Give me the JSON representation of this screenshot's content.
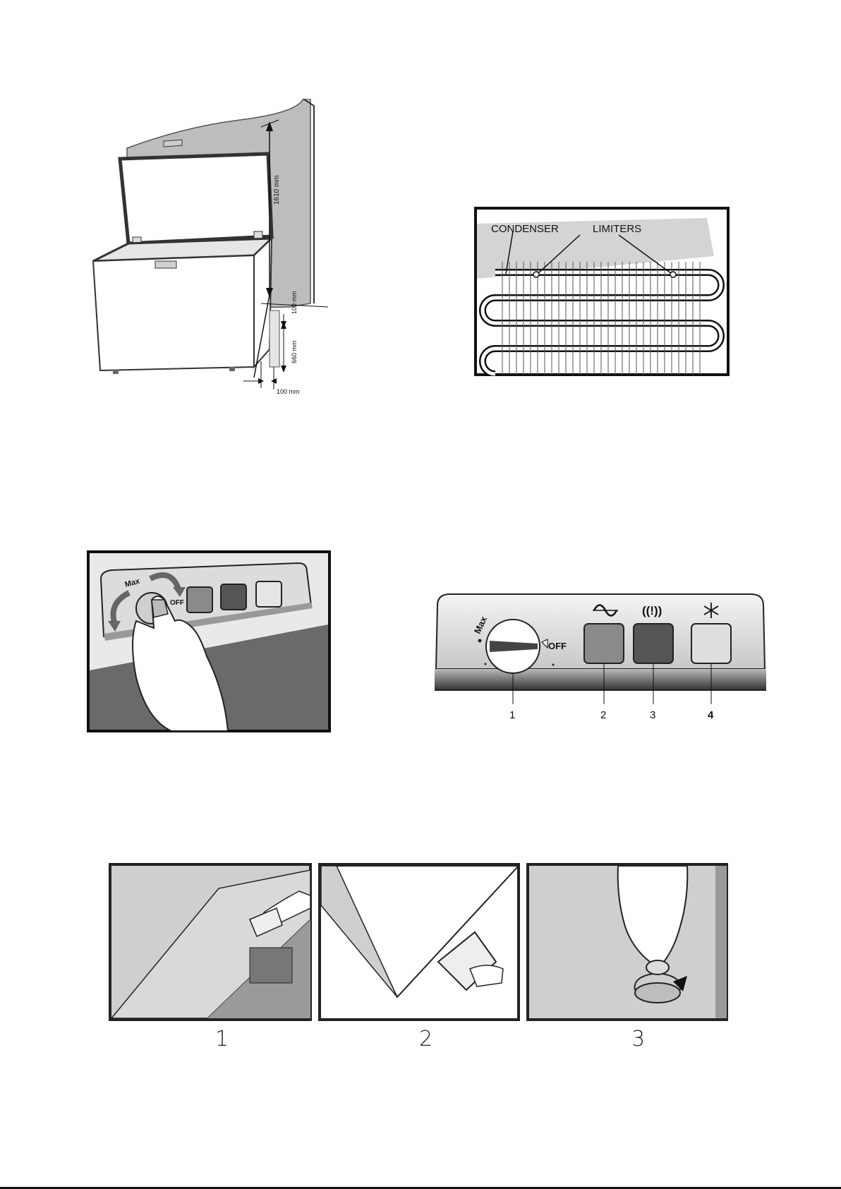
{
  "freezer_install": {
    "dim_height": "1610 mm",
    "dim_top": "100 mm",
    "dim_side": "660 mm",
    "dim_back": "100 mm"
  },
  "condenser": {
    "label_condenser": "CONDENSER",
    "label_limiters": "LIMITERS"
  },
  "dial_photo": {
    "dial_text": "Max",
    "off_text": "OFF"
  },
  "control_panel": {
    "dial_text": "Max",
    "off_text": "OFF",
    "callouts": [
      "1",
      "2",
      "3",
      "4"
    ],
    "indicator_colors": {
      "power": "#8a8a8a",
      "alarm": "#555555",
      "superfreeze": "#dedede"
    }
  },
  "steps": {
    "labels": [
      "1",
      "2",
      "3"
    ]
  }
}
